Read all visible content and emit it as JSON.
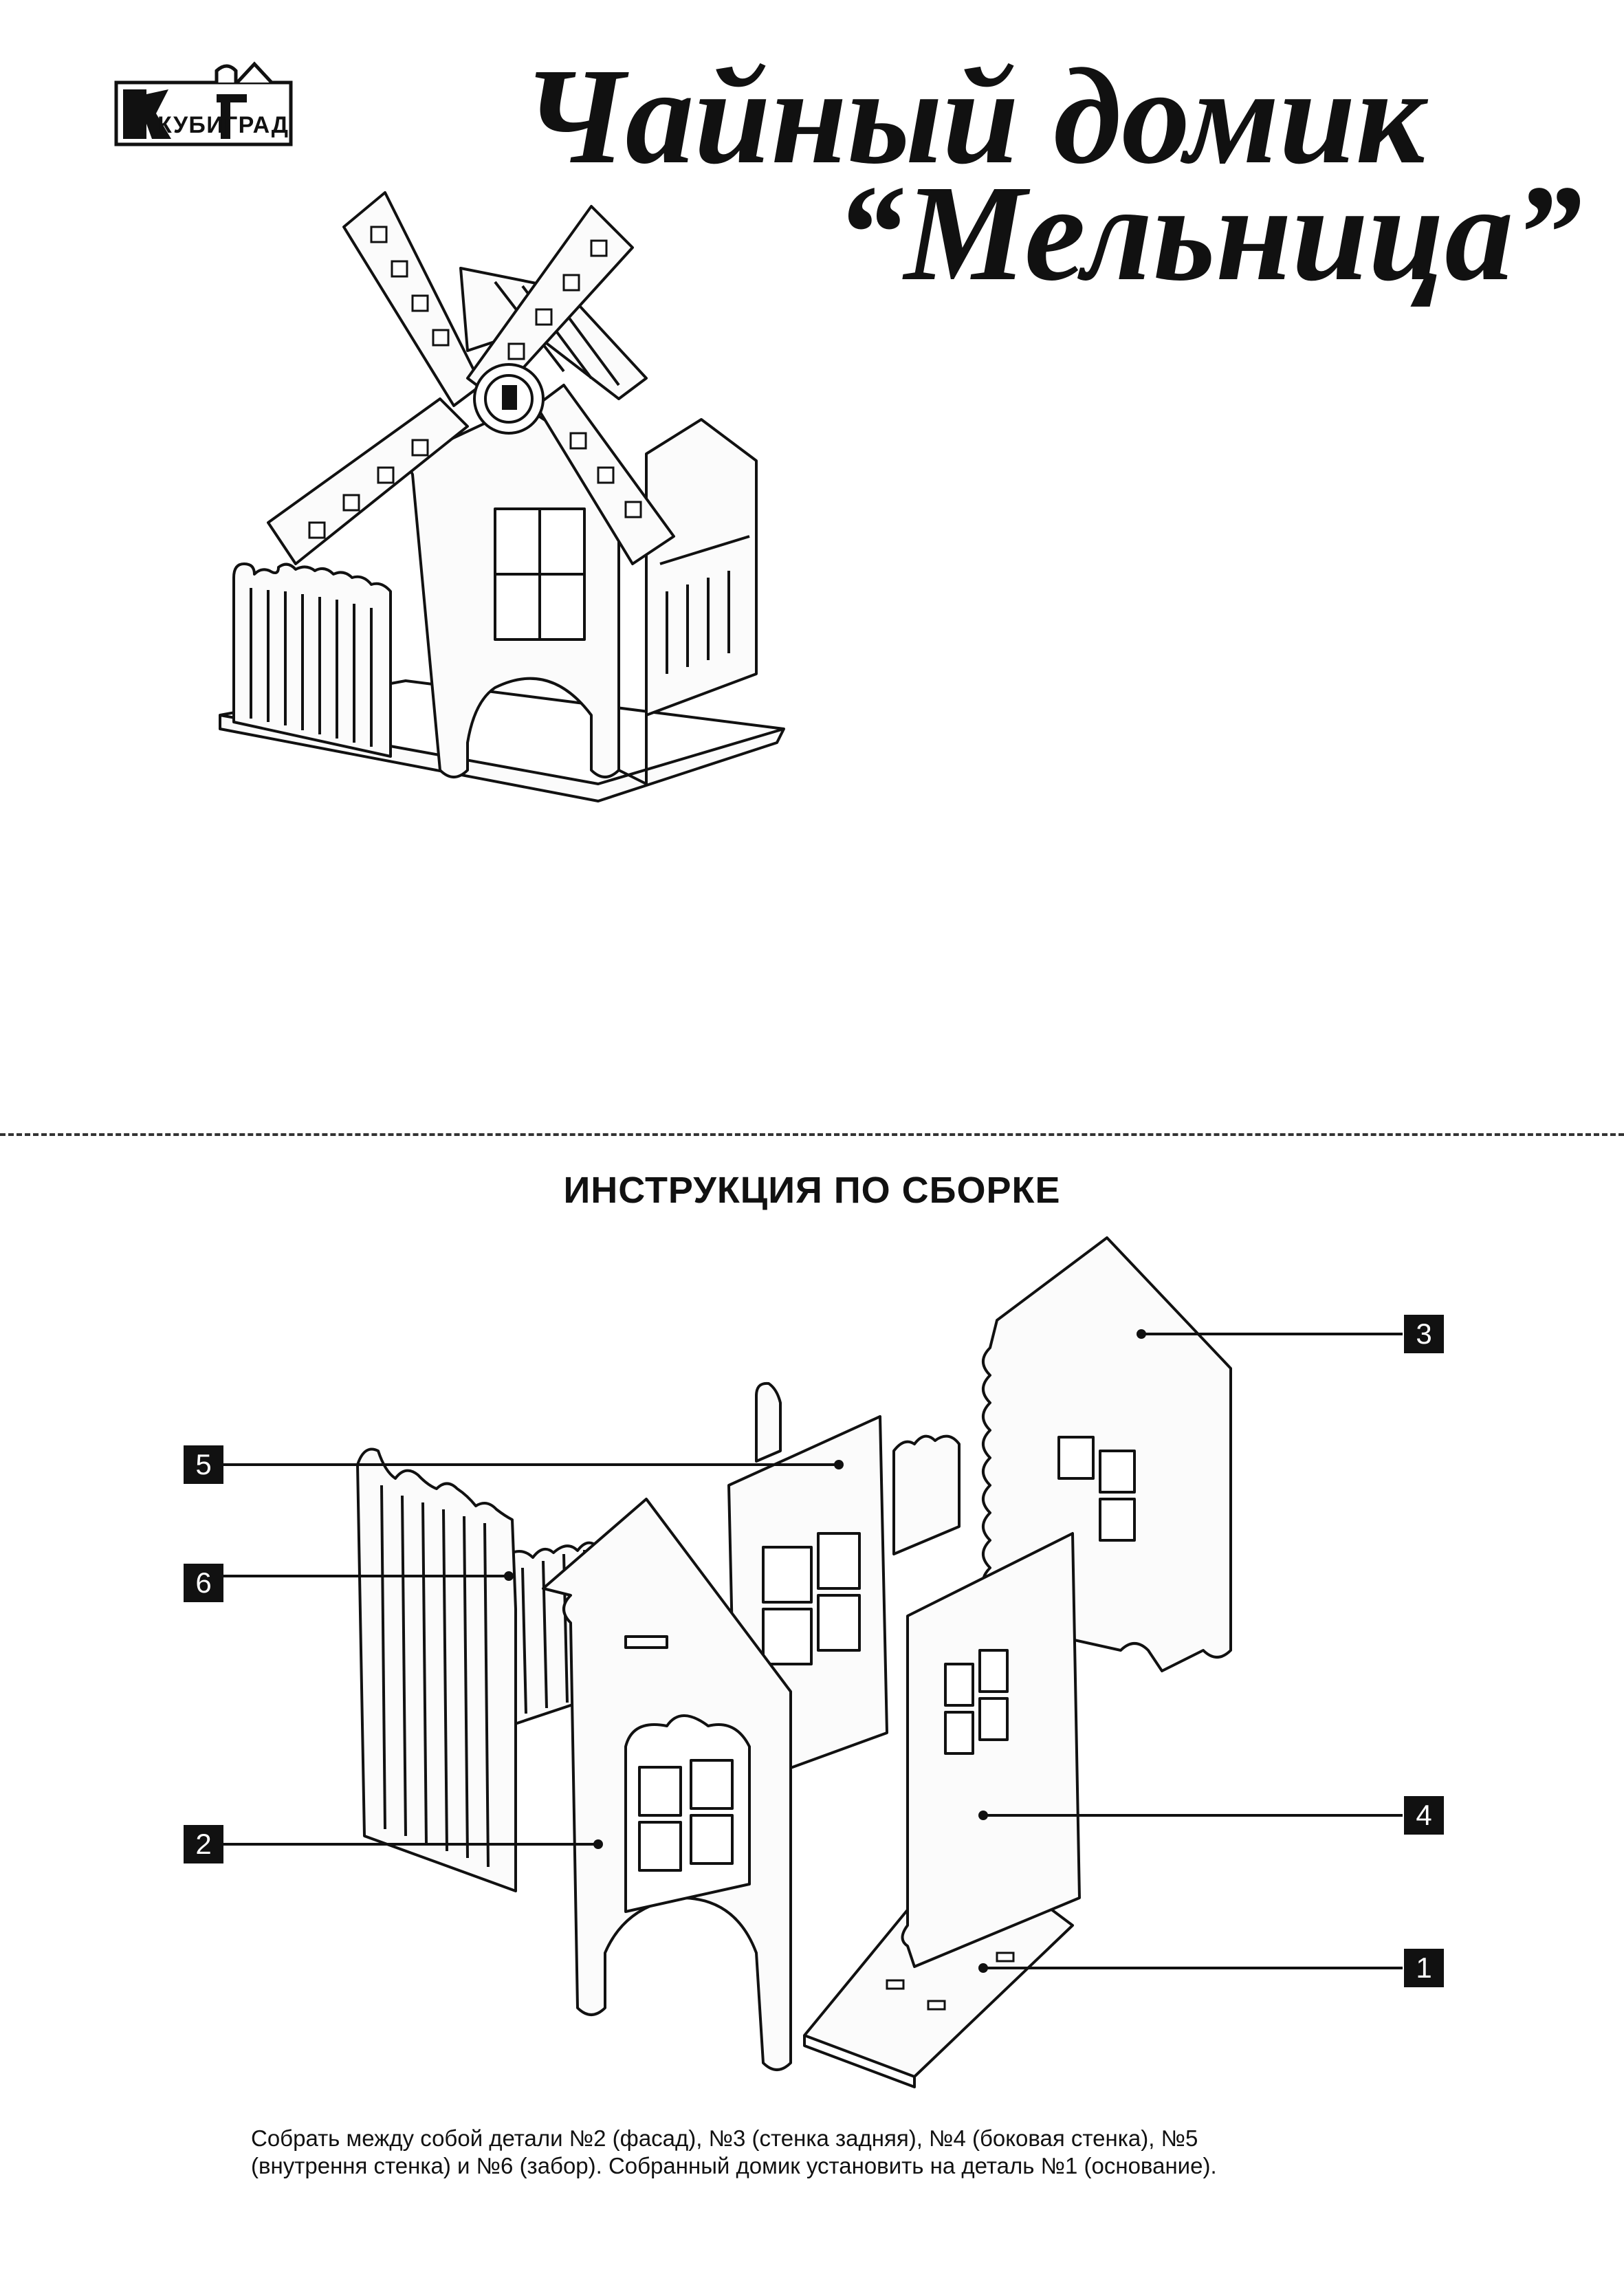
{
  "brand": {
    "logo_text": "КУБИГРАД"
  },
  "header": {
    "title_line1": "Чайный домик",
    "title_line2": "“Мельница”"
  },
  "hero_image": {
    "icon": "windmill-tea-house-illustration"
  },
  "instructions": {
    "section_title": "ИНСТРУКЦИЯ ПО СБОРКЕ",
    "callouts": [
      "5",
      "6",
      "2",
      "3",
      "4",
      "1"
    ],
    "text_line1": "Собрать между собой детали №2 (фасад), №3 (стенка задняя), №4 (боковая стенка), №5",
    "text_line2": "(внутрення стенка) и №6 (забор). Собранный домик установить на деталь №1 (основание)."
  },
  "colors": {
    "ink": "#111111",
    "paper": "#ffffff",
    "callout_bg": "#111111",
    "callout_text": "#ffffff"
  }
}
